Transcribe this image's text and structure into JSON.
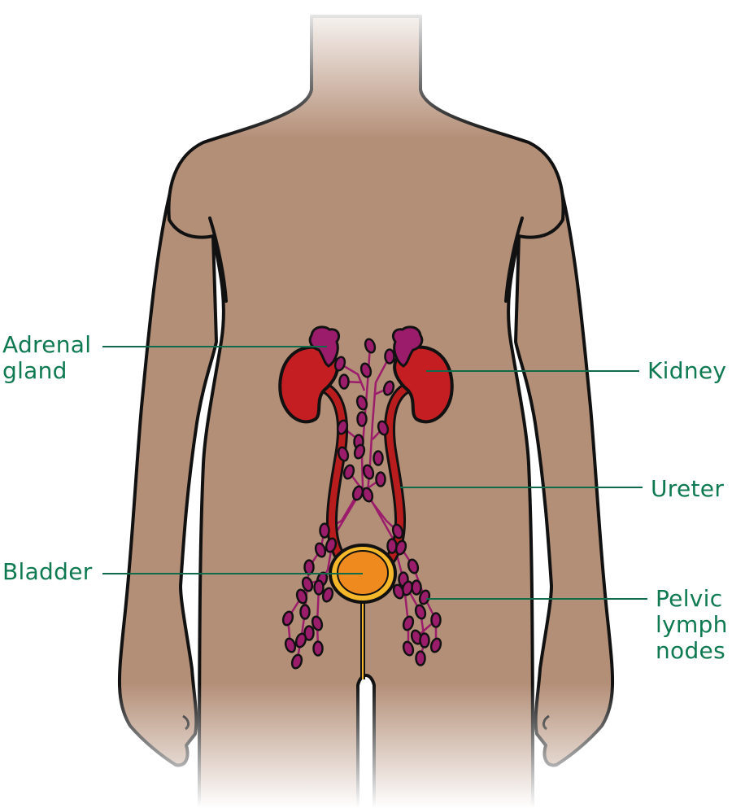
{
  "labels": {
    "adrenal_gland": [
      "Adrenal",
      "gland"
    ],
    "kidney": "Kidney",
    "ureter": "Ureter",
    "bladder": "Bladder",
    "pelvic_lymph_nodes": [
      "Pelvic",
      "lymph",
      "nodes"
    ]
  },
  "colors": {
    "skin": "#b48f78",
    "label_text": "#0f7a52",
    "leader_line": "#0f6b4a",
    "kidney": "#c41e22",
    "ureter": "#b81c1c",
    "adrenal": "#9c1c6c",
    "lymph_node": "#9c1c6c",
    "bladder_inner": "#ee8a1e",
    "bladder_wall": "#f5b82a"
  }
}
